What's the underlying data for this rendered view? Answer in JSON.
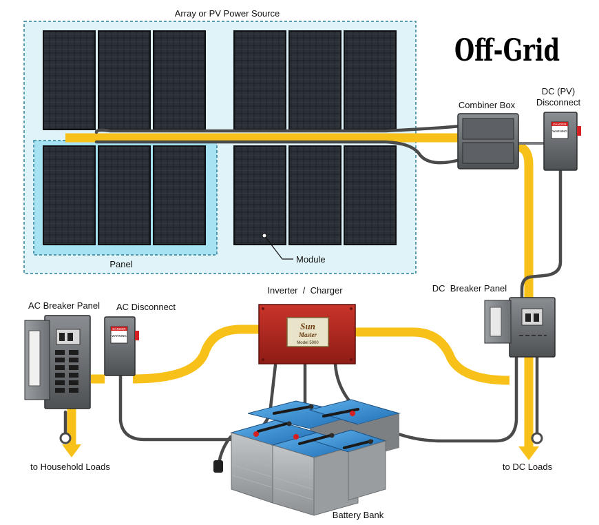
{
  "title": "Off-Grid",
  "labels": {
    "array": "Array or PV Power Source",
    "panel": "Panel",
    "module": "Module",
    "combiner_box": "Combiner Box",
    "dc_disconnect_line1": "DC (PV)",
    "dc_disconnect_line2": "Disconnect",
    "inverter": "Inverter  /  Charger",
    "ac_breaker_panel": "AC Breaker Panel",
    "ac_disconnect": "AC Disconnect",
    "dc_breaker_panel": "DC  Breaker Panel",
    "household_loads": "to Household Loads",
    "dc_loads": "to DC Loads",
    "battery_bank": "Battery Bank"
  },
  "inverter_brand": {
    "line1": "Sun",
    "line2": "Master",
    "model": "Model 5000"
  },
  "warning_tag": {
    "header": "DANGER",
    "body": "WARNING"
  },
  "colors": {
    "wire_yellow": "#f8c11a",
    "cable_gray": "#4a4a4a",
    "array_bg": "#dff3f8",
    "panel_highlight": "#a6e2f2",
    "inverter_red": "#b3261e",
    "battery_blue": "#2f88d0"
  }
}
